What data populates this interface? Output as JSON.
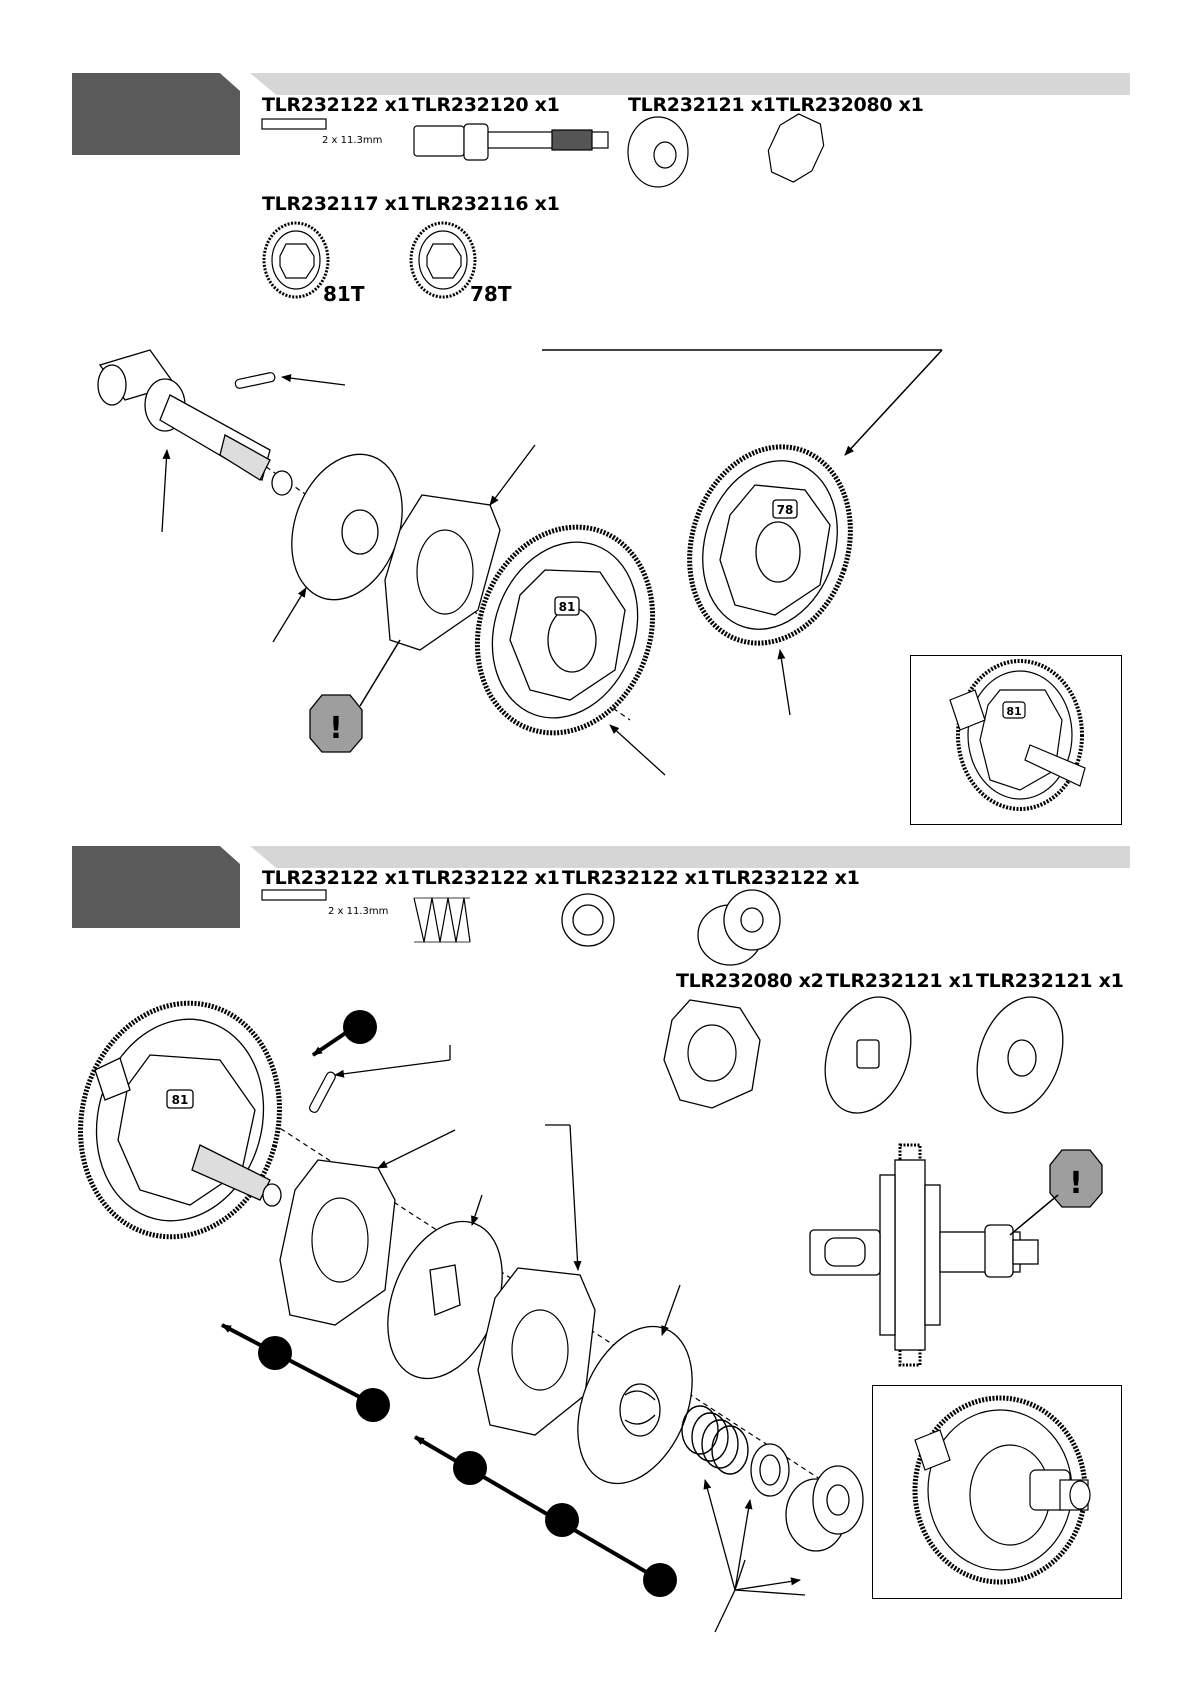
{
  "step1": {
    "parts": [
      {
        "code": "TLR232122 x1",
        "note": "2 x 11.3mm"
      },
      {
        "code": "TLR232120 x1"
      },
      {
        "code": "TLR232121 x1"
      },
      {
        "code": "TLR232080 x1"
      },
      {
        "code": "TLR232117 x1",
        "teeth": "81T"
      },
      {
        "code": "TLR232116 x1",
        "teeth": "78T"
      }
    ],
    "gear_marks": [
      "81",
      "78"
    ]
  },
  "step2": {
    "parts": [
      {
        "code": "TLR232122 x1",
        "note": "2 x 11.3mm"
      },
      {
        "code": "TLR232122 x1"
      },
      {
        "code": "TLR232122 x1"
      },
      {
        "code": "TLR232122 x1"
      },
      {
        "code": "TLR232080 x2"
      },
      {
        "code": "TLR232121 x1"
      },
      {
        "code": "TLR232121 x1"
      }
    ],
    "gear_marks": [
      "81",
      "81"
    ]
  },
  "warning_symbol": "!",
  "colors": {
    "tab": "#5a5a5a",
    "bar": "#d6d6d6",
    "warning": "#9e9e9e"
  }
}
